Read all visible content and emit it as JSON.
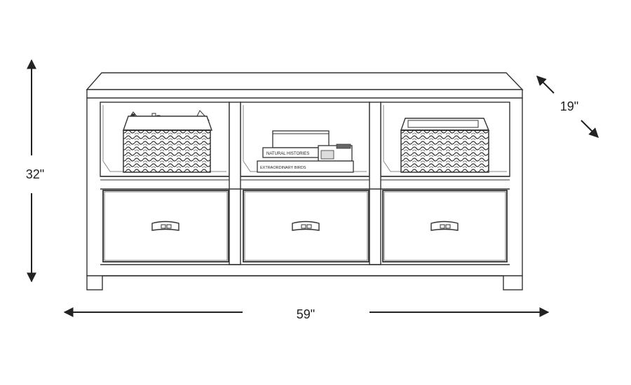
{
  "dimensions": {
    "height": "32\"",
    "width": "59\"",
    "depth": "19\""
  },
  "book_spines": {
    "middle_book": "NATURAL HISTORIES",
    "bottom_book": "EXTRAORDINARY BIRDS"
  },
  "colors": {
    "line": "#333333",
    "light_line": "#777777",
    "background": "#ffffff"
  }
}
